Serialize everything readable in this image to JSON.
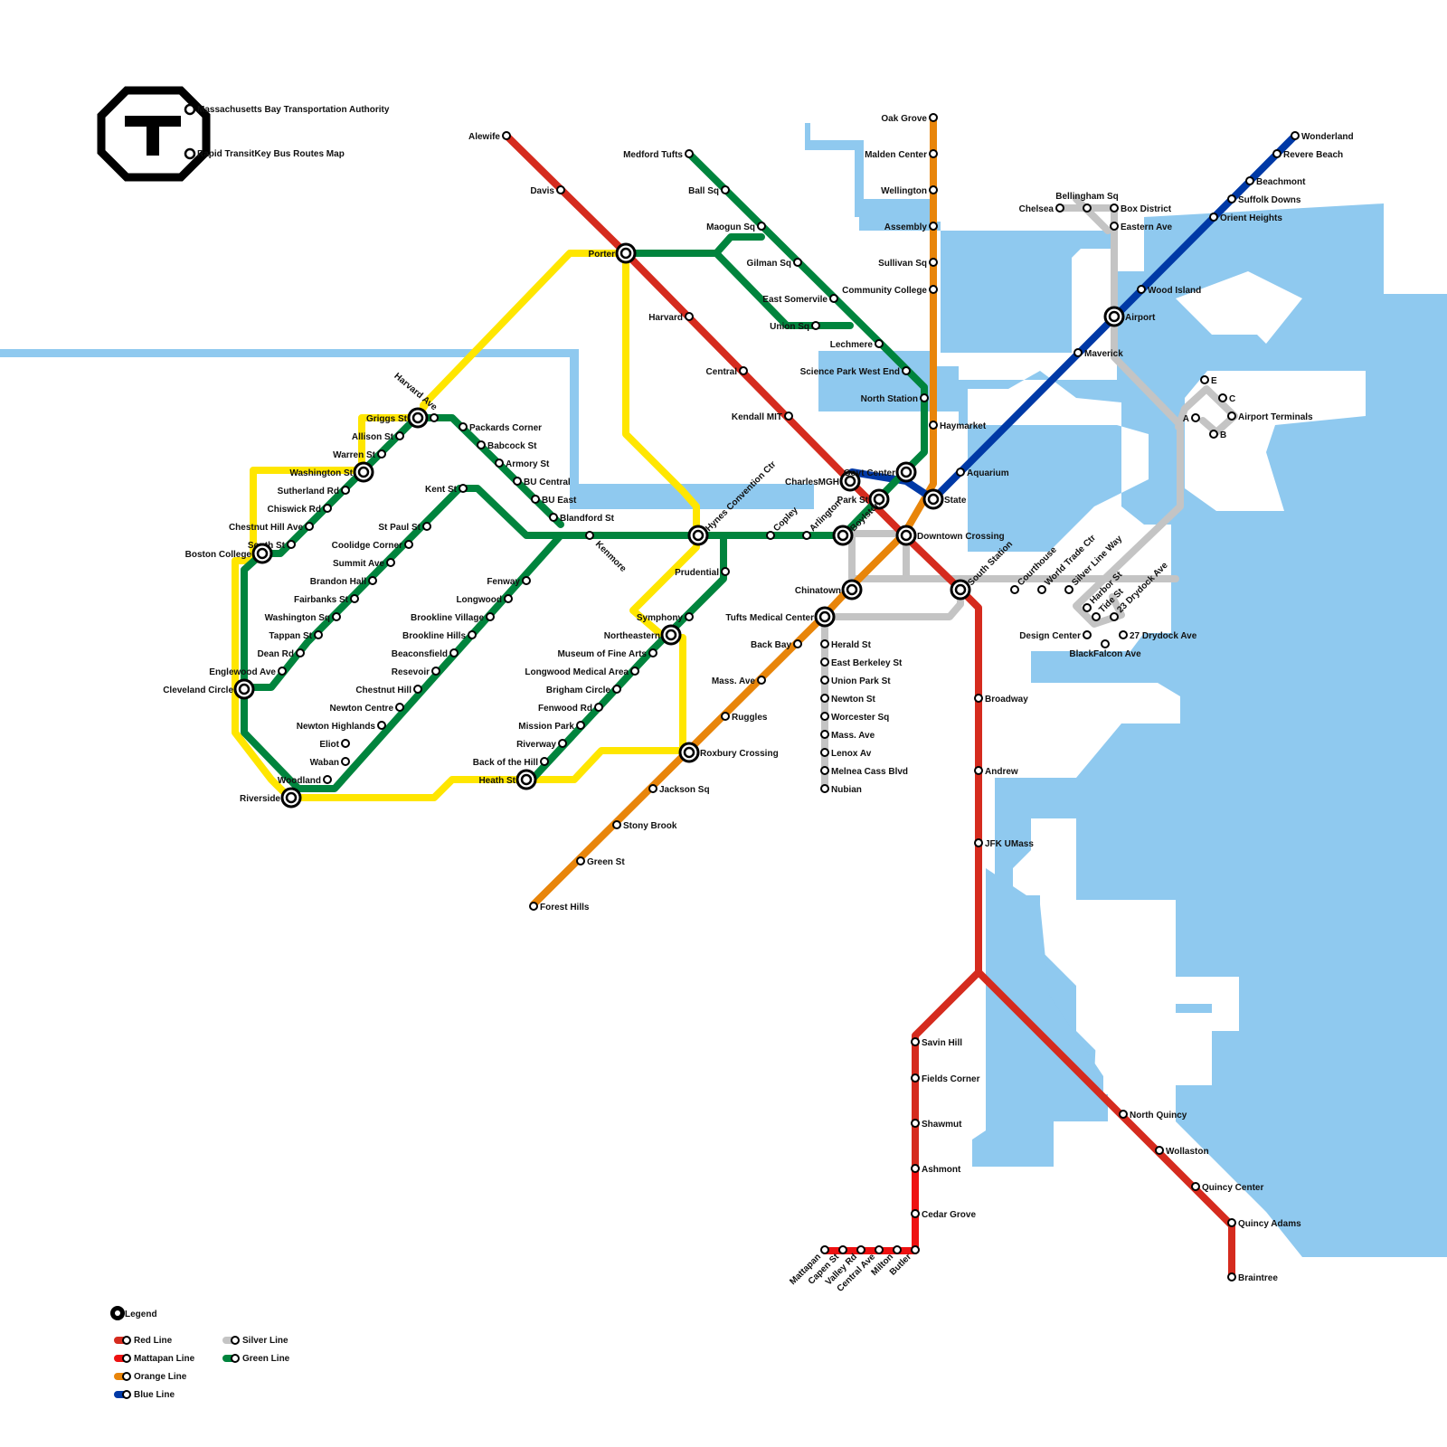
{
  "header": {
    "line1": "Massachusetts Bay Transportation Authority",
    "line2": "Rapid TransitKey Bus Routes Map"
  },
  "legend": {
    "title": "Legend",
    "items": [
      {
        "name": "Red Line",
        "color": "#d52b1e"
      },
      {
        "name": "Mattapan Line",
        "color": "#ee1111"
      },
      {
        "name": "Orange Line",
        "color": "#e8850a"
      },
      {
        "name": "Blue Line",
        "color": "#0039a6"
      },
      {
        "name": "Silver Line",
        "color": "#c4c4c4"
      },
      {
        "name": "Green Line",
        "color": "#00843d"
      }
    ]
  },
  "colors": {
    "red": "#d52b1e",
    "mattapan": "#ee1111",
    "orange": "#e8850a",
    "blue": "#0039a6",
    "silver": "#c4c4c4",
    "green": "#00843d",
    "yellow": "#ffe600",
    "water": "#8fc9ef"
  },
  "stations": {
    "red": [
      "Alewife",
      "Davis",
      "Porter",
      "Harvard",
      "Central",
      "Kendall MIT",
      "CharlesMGH",
      "Park St",
      "Downtown Crossing",
      "South Station",
      "Broadway",
      "Andrew",
      "JFK UMass",
      "Savin Hill",
      "Fields Corner",
      "Shawmut",
      "Ashmont",
      "North Quincy",
      "Wollaston",
      "Quincy Center",
      "Quincy Adams",
      "Braintree"
    ],
    "mattapan": [
      "Cedar Grove",
      "Butler",
      "Milton",
      "Central Ave",
      "Valley Rd",
      "Capen St",
      "Mattapan"
    ],
    "orange": [
      "Oak Grove",
      "Malden Center",
      "Wellington",
      "Assembly",
      "Sullivan Sq",
      "Community College",
      "North Station",
      "Haymarket",
      "State",
      "Downtown Crossing",
      "Chinatown",
      "Tufts Medical Center",
      "Back Bay",
      "Mass. Ave",
      "Ruggles",
      "Roxbury Crossing",
      "Jackson Sq",
      "Stony Brook",
      "Green St",
      "Forest Hills"
    ],
    "blue": [
      "Wonderland",
      "Revere Beach",
      "Beachmont",
      "Suffolk Downs",
      "Orient Heights",
      "Wood Island",
      "Airport",
      "Maverick",
      "Aquarium",
      "State",
      "Govt Center"
    ],
    "silver": [
      "Chelsea",
      "Bellingham Sq",
      "Box District",
      "Eastern Ave",
      "Courthouse",
      "World Trade Ctr",
      "Silver Line Way",
      "Harbor St",
      "Tide St",
      "23 Drydock Ave",
      "27 Drydock Ave",
      "Design Center",
      "BlackFalcon Ave",
      "Airport Terminals",
      "A",
      "B",
      "C",
      "E",
      "Herald St",
      "East Berkeley St",
      "Union Park St",
      "Newton St",
      "Worcester Sq",
      "Mass. Ave",
      "Lenox Av",
      "Melnea Cass Blvd",
      "Nubian"
    ],
    "green": [
      "Medford Tufts",
      "Ball Sq",
      "Maogun Sq",
      "Gilman Sq",
      "East Somervile",
      "Union Sq",
      "Lechmere",
      "Science Park West End",
      "Boylston",
      "Arlington",
      "Copley",
      "Hynes Convention Ctr",
      "Kenmore",
      "Blandford St",
      "BU East",
      "BU Central",
      "Armory St",
      "Babcock St",
      "Packards Corner",
      "Harvard Ave",
      "Griggs St",
      "Allison St",
      "Warren St",
      "Washington St",
      "Sutherland Rd",
      "Chiswick Rd",
      "Chestnut Hill Ave",
      "South St",
      "Boston College",
      "Kent St",
      "St Paul St",
      "Coolidge Corner",
      "Summit Ave",
      "Brandon Hall",
      "Fairbanks St",
      "Washington Sq",
      "Tappan St",
      "Dean Rd",
      "Englewood Ave",
      "Cleveland Circle",
      "Fenway",
      "Longwood",
      "Brookline Village",
      "Brookline Hills",
      "Beaconsfield",
      "Resevoir",
      "Chestnut Hill",
      "Newton Centre",
      "Newton Highlands",
      "Eliot",
      "Waban",
      "Woodland",
      "Riverside",
      "Prudential",
      "Symphony",
      "Northeastern",
      "Museum of Fine Arts",
      "Longwood Medical Area",
      "Brigham Circle",
      "Fenwood Rd",
      "Mission Park",
      "Riverway",
      "Back of the Hill",
      "Heath St"
    ]
  }
}
